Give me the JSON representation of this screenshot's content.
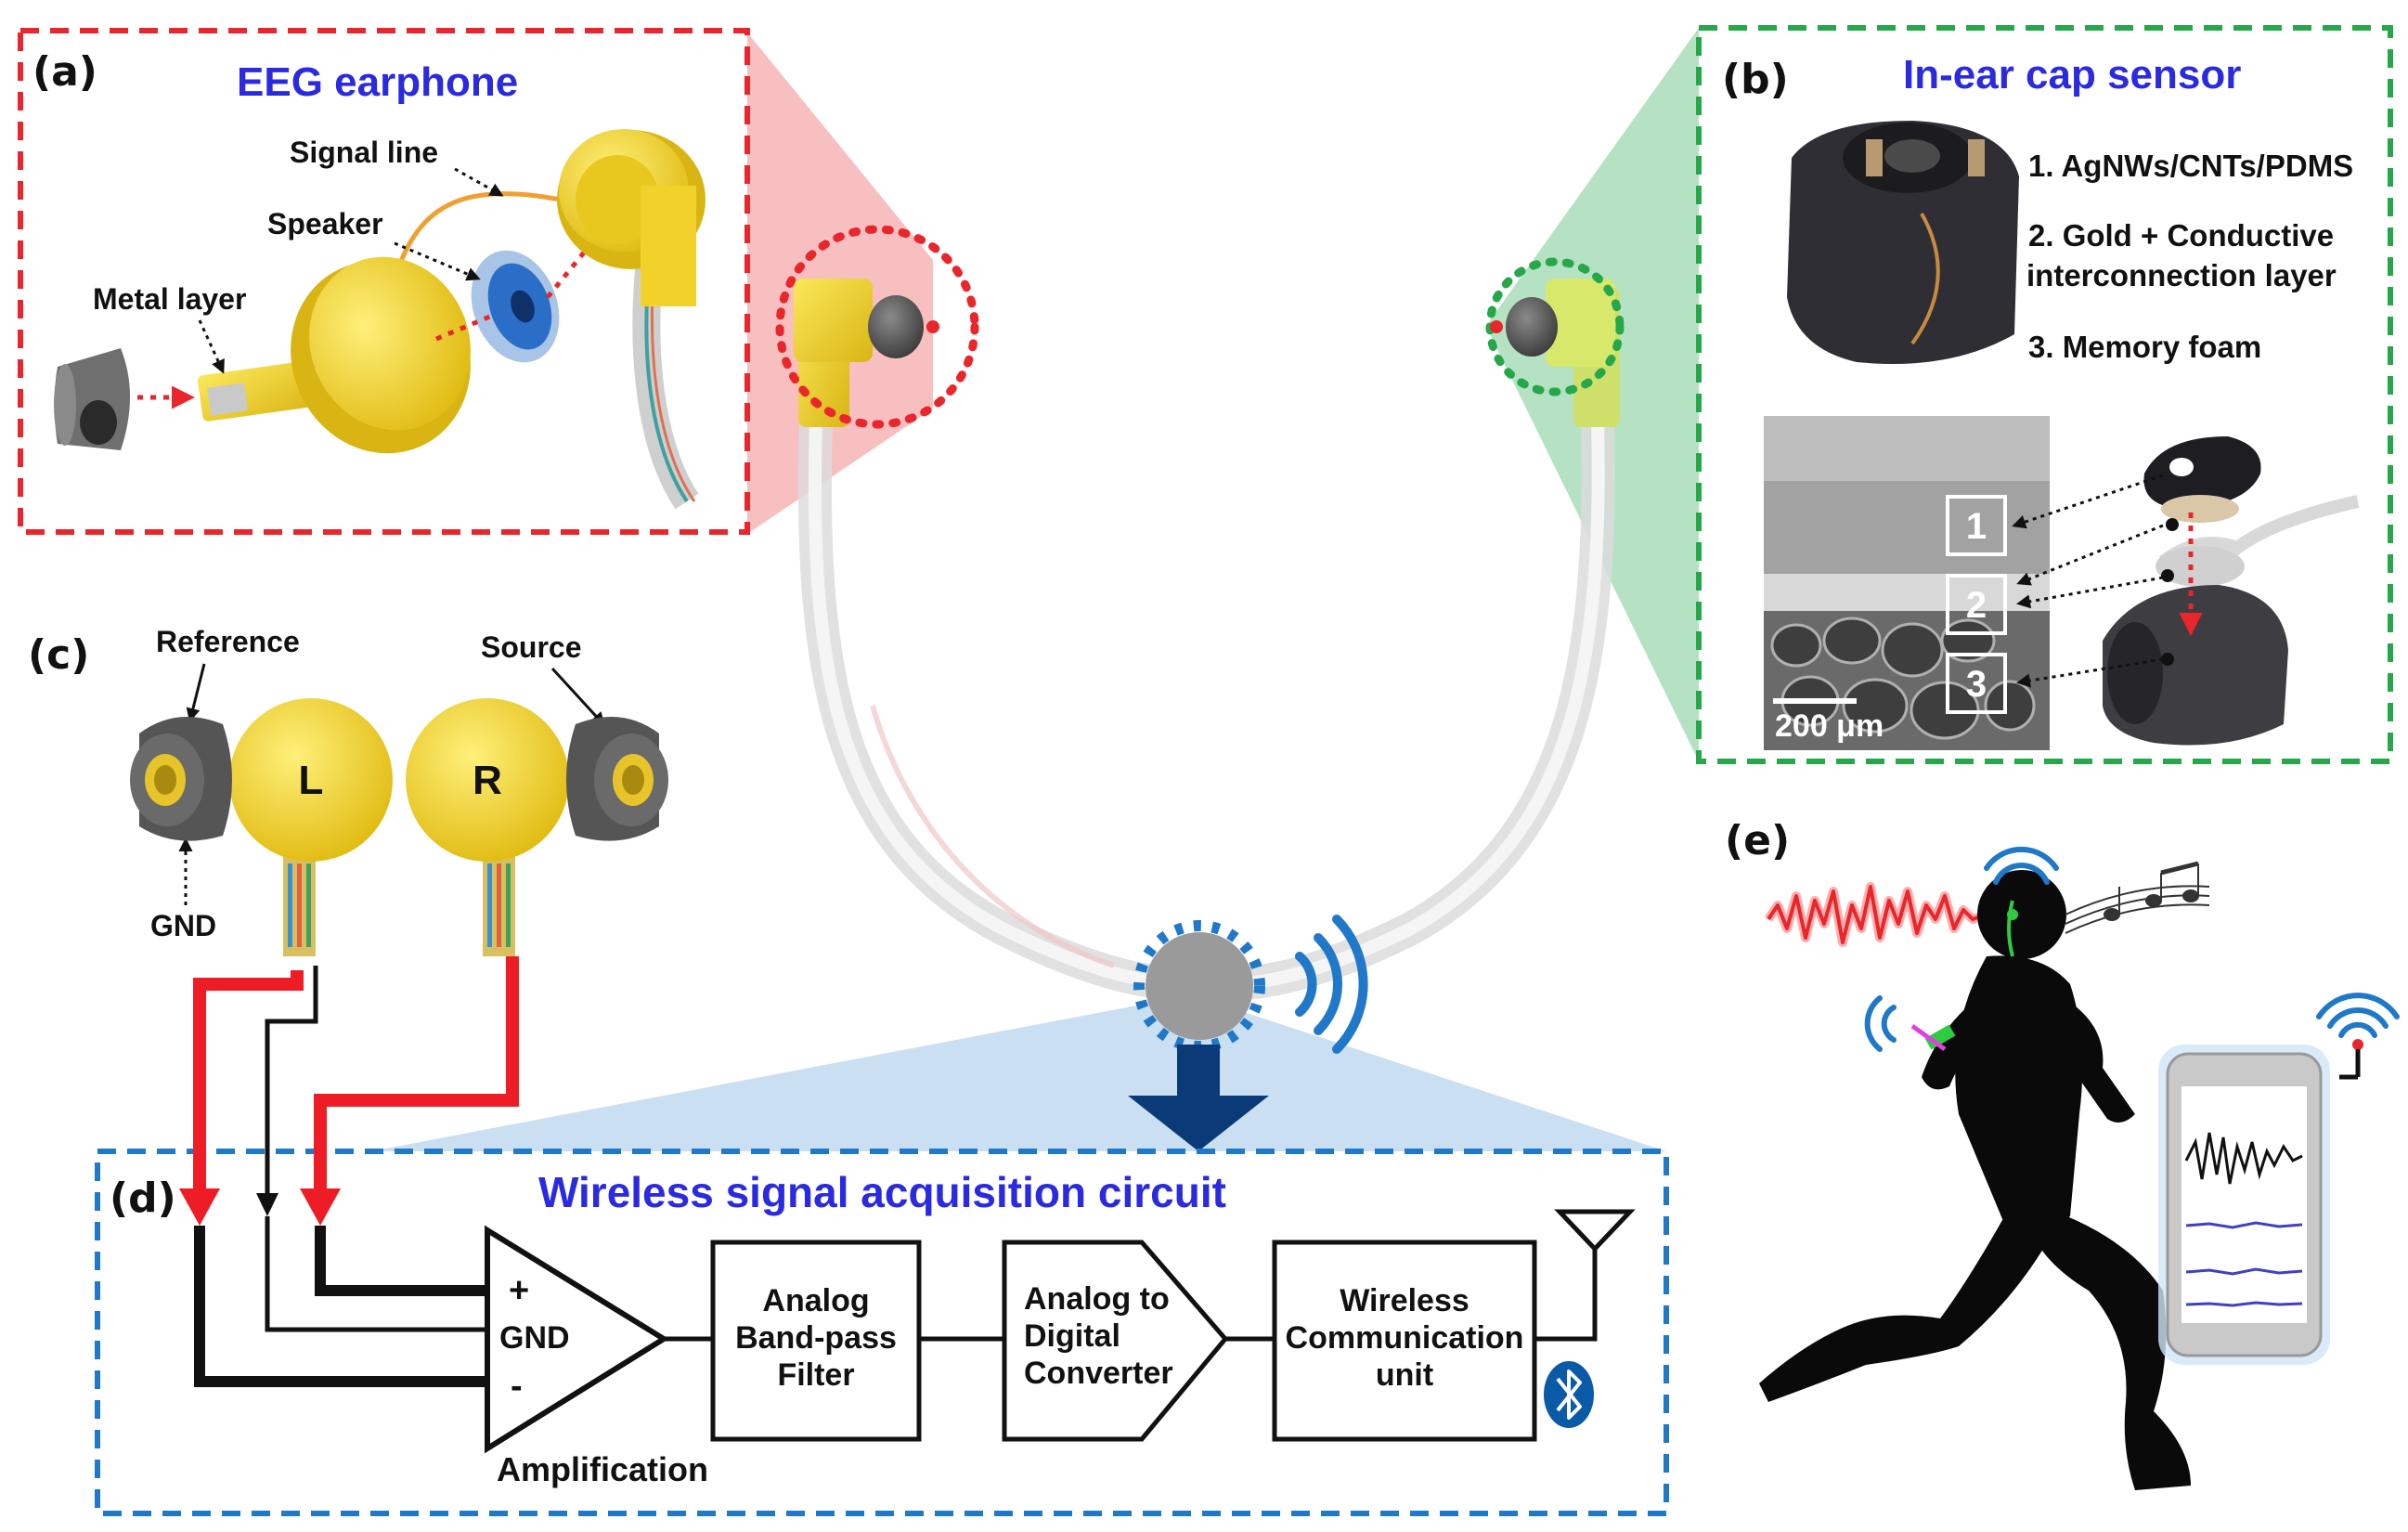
{
  "panels": {
    "a": {
      "tag": "(a)",
      "title": "EEG earphone",
      "labels": {
        "signal_line": "Signal line",
        "speaker": "Speaker",
        "metal_layer": "Metal layer"
      }
    },
    "b": {
      "tag": "(b)",
      "title": "In-ear cap sensor",
      "layers": [
        "1. AgNWs/CNTs/PDMS",
        "2. Gold + Conductive",
        "interconnection layer",
        "3. Memory foam"
      ],
      "layer_numbers": [
        "1",
        "2",
        "3"
      ],
      "scale_bar": "200 μm"
    },
    "c": {
      "tag": "(c)",
      "labels": {
        "reference": "Reference",
        "source": "Source",
        "gnd": "GND"
      },
      "left_mark": "L",
      "right_mark": "R"
    },
    "d": {
      "tag": "(d)",
      "title": "Wireless signal acquisition circuit",
      "amp_plus": "+",
      "amp_gnd": "GND",
      "amp_minus": "-",
      "amplification": "Amplification",
      "filter": [
        "Analog",
        "Band-pass",
        "Filter"
      ],
      "adc": [
        "Analog to",
        "Digital",
        "Converter"
      ],
      "wireless": [
        "Wireless",
        "Communication",
        "unit"
      ]
    },
    "e": {
      "tag": "(e)"
    }
  },
  "colors": {
    "red_dash": "#e8262b",
    "green_dash": "#26a84a",
    "blue_dash": "#1f78c8",
    "title_blue": "#2a2ae0",
    "earphone_yellow": "#f2d22a",
    "cap_gray": "#555555",
    "wire_red": "#ee1c24",
    "bluetooth_blue": "#0a5aa8"
  },
  "icons": [
    "bluetooth-icon",
    "antenna-icon",
    "wifi-signal-icon",
    "music-notes-icon",
    "smartphone-icon",
    "runner-silhouette"
  ]
}
